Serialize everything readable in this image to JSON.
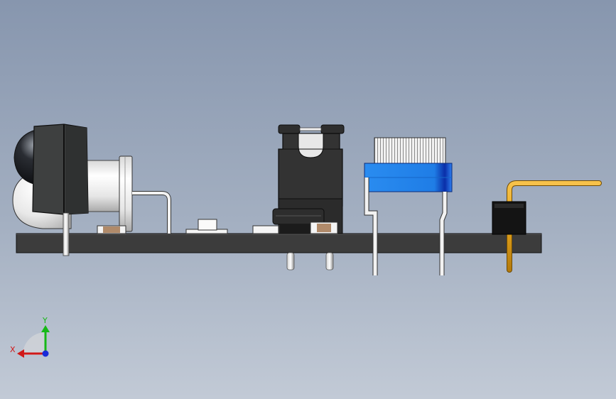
{
  "scene": {
    "background_top": "#8796ae",
    "background_bottom": "#c2cad6",
    "pcb_color": "#3c3c3c",
    "components": [
      "led-dome",
      "bnc-connector",
      "smd-resistor",
      "tactile-switch",
      "jumper-header",
      "smd-inductor",
      "potentiometer-blue",
      "right-angle-header-pin"
    ]
  },
  "triad": {
    "x_label": "X",
    "y_label": "Y",
    "x_color": "#d01818",
    "y_color": "#16b816",
    "z_color": "#1a2ad8"
  }
}
